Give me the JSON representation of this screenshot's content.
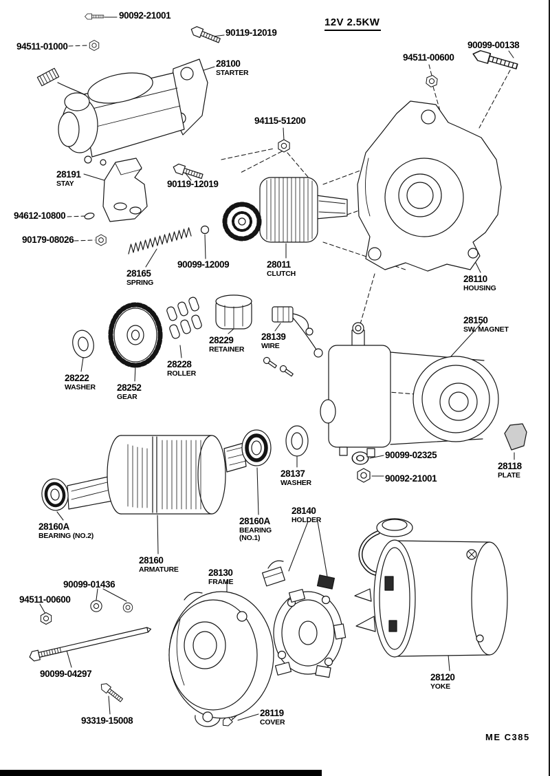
{
  "title": "12V 2.5KW",
  "footer": "ME C385",
  "callouts": [
    {
      "num": "90092-21001",
      "name": ""
    },
    {
      "num": "90119-12019",
      "name": ""
    },
    {
      "num": "94511-01000",
      "name": ""
    },
    {
      "num": "90099-00138",
      "name": ""
    },
    {
      "num": "94511-00600",
      "name": ""
    },
    {
      "num": "28100",
      "name": "STARTER"
    },
    {
      "num": "94115-51200",
      "name": ""
    },
    {
      "num": "28191",
      "name": "STAY"
    },
    {
      "num": "90119-12019",
      "name": ""
    },
    {
      "num": "94612-10800",
      "name": ""
    },
    {
      "num": "90179-08026",
      "name": ""
    },
    {
      "num": "28165",
      "name": "SPRING"
    },
    {
      "num": "90099-12009",
      "name": ""
    },
    {
      "num": "28011",
      "name": "CLUTCH"
    },
    {
      "num": "28110",
      "name": "HOUSING"
    },
    {
      "num": "28150",
      "name": "SW. MAGNET"
    },
    {
      "num": "28229",
      "name": "RETAINER"
    },
    {
      "num": "28139",
      "name": "WIRE"
    },
    {
      "num": "28222",
      "name": "WASHER"
    },
    {
      "num": "28252",
      "name": "GEAR"
    },
    {
      "num": "28228",
      "name": "ROLLER"
    },
    {
      "num": "90099-02325",
      "name": ""
    },
    {
      "num": "90092-21001",
      "name": ""
    },
    {
      "num": "28118",
      "name": "PLATE"
    },
    {
      "num": "28137",
      "name": "WASHER"
    },
    {
      "num": "28140",
      "name": "HOLDER"
    },
    {
      "num": "28160A",
      "name": "BEARING (NO.2)"
    },
    {
      "num": "28160A",
      "name": "BEARING (NO.1)"
    },
    {
      "num": "28160",
      "name": "ARMATURE"
    },
    {
      "num": "28130",
      "name": "FRAME"
    },
    {
      "num": "90099-01436",
      "name": ""
    },
    {
      "num": "94511-00600",
      "name": ""
    },
    {
      "num": "90099-04297",
      "name": ""
    },
    {
      "num": "93319-15008",
      "name": ""
    },
    {
      "num": "28119",
      "name": "COVER"
    },
    {
      "num": "28120",
      "name": "YOKE"
    }
  ]
}
